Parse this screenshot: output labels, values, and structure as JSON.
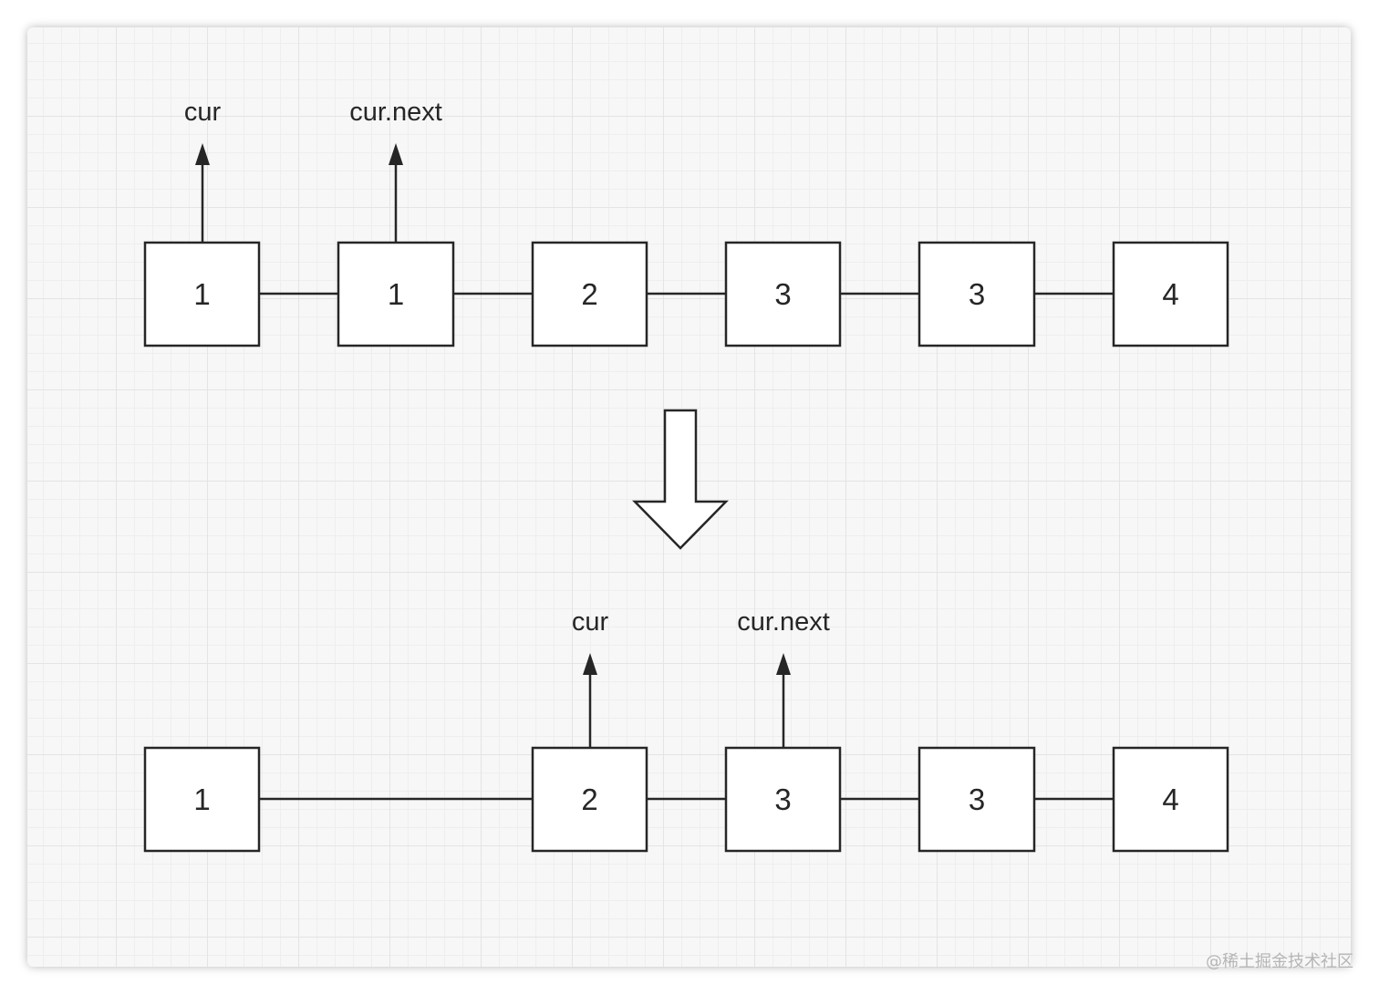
{
  "before": {
    "nodes": [
      "1",
      "1",
      "2",
      "3",
      "3",
      "4"
    ],
    "pointers": [
      {
        "label": "cur",
        "node_index": 0
      },
      {
        "label": "cur.next",
        "node_index": 1
      }
    ]
  },
  "after": {
    "nodes": [
      "1",
      "2",
      "3",
      "3",
      "4"
    ],
    "pointers": [
      {
        "label": "cur",
        "node_index": 1
      },
      {
        "label": "cur.next",
        "node_index": 2
      }
    ]
  },
  "watermark": "@稀土掘金技术社区"
}
